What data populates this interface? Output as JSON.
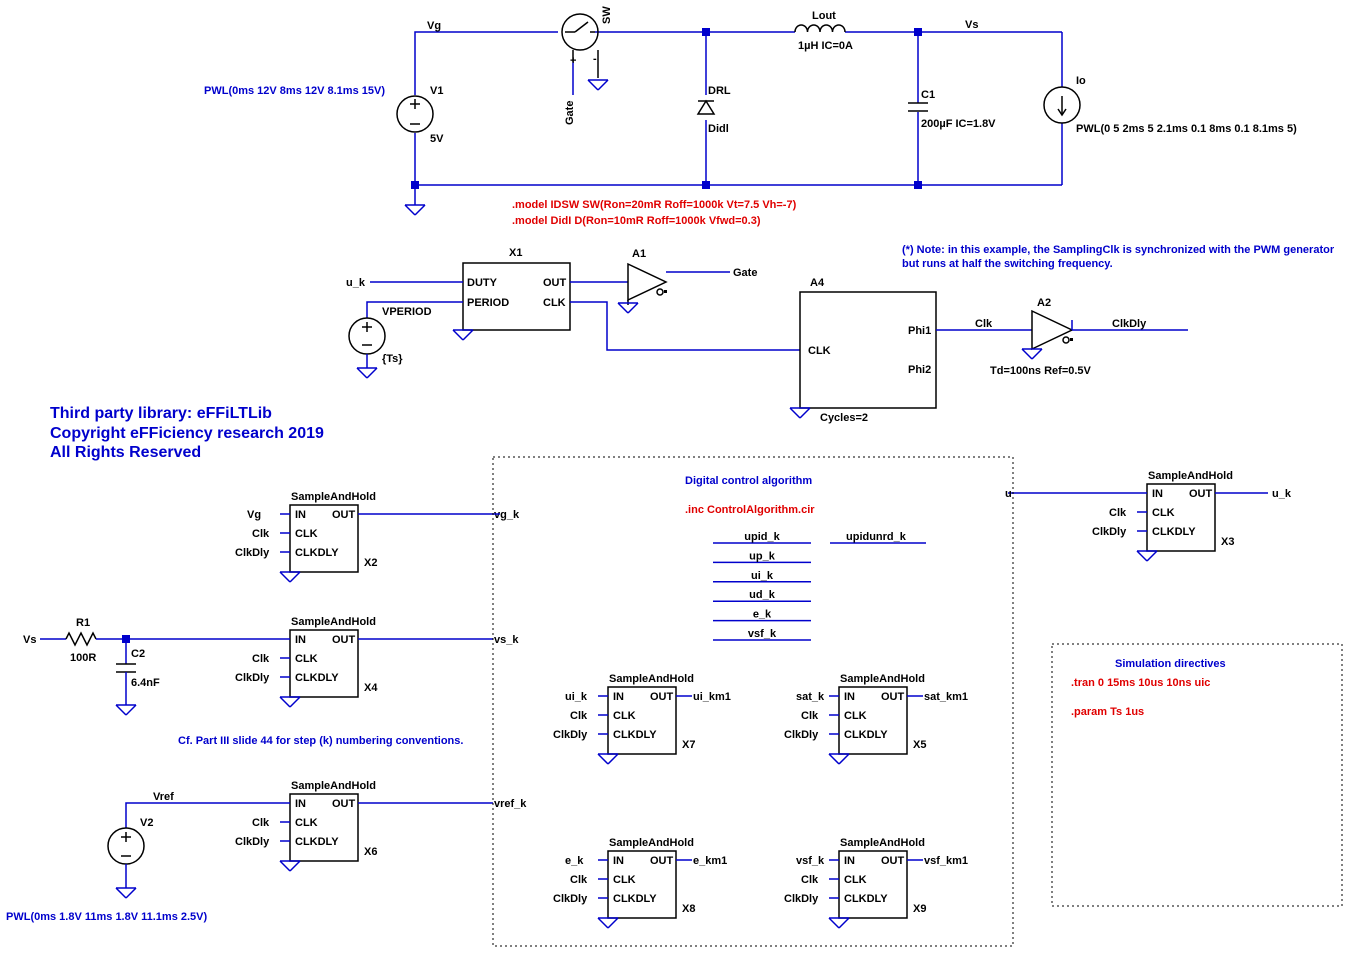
{
  "power": {
    "vg_label": "Vg",
    "vs_label": "Vs",
    "gate_label": "Gate",
    "sw_name": "SW",
    "sw_plus": "+",
    "sw_minus": "-",
    "lout_name": "Lout",
    "lout_value": "1µH IC=0A",
    "drl_name": "DRL",
    "drl_value": "Didl",
    "c1_name": "C1",
    "c1_value": "200µF IC=1.8V",
    "v1_name": "V1",
    "v1_value": "5V",
    "v1_pwl": "PWL(0ms 12V 8ms 12V 8.1ms 15V)",
    "io_name": "Io",
    "io_pwl": "PWL(0 5 2ms 5 2.1ms 0.1 8ms 0.1 8.1ms 5)",
    "model1": ".model IDSW SW(Ron=20mR Roff=1000k Vt=7.5 Vh=-7)",
    "model2": ".model DidI D(Ron=10mR Roff=1000k Vfwd=0.3)"
  },
  "pwm": {
    "x1": "X1",
    "duty": "DUTY",
    "period": "PERIOD",
    "out": "OUT",
    "clk": "CLK",
    "uk": "u_k",
    "vperiod": "VPERIOD",
    "ts": "{Ts}",
    "a1": "A1",
    "gate": "Gate",
    "a4": "A4",
    "a4_clk": "CLK",
    "phi1": "Phi1",
    "phi2": "Phi2",
    "cycles": "Cycles=2",
    "clk_net": "Clk",
    "a2": "A2",
    "clkdly": "ClkDly",
    "td": "Td=100ns Ref=0.5V",
    "note1": "(*) Note: in this example, the SamplingClk is synchronized with the PWM generator",
    "note2": "but runs at half the switching frequency."
  },
  "library": {
    "line1": "Third party library: eFFiLTLib",
    "line2": "Copyright eFFiciency research 2019",
    "line3": "All Rights Reserved"
  },
  "sh": {
    "title": "SampleAndHold",
    "in": "IN",
    "out": "OUT",
    "clk": "CLK",
    "clkdly": "CLKDLY",
    "clk_net": "Clk",
    "clkdly_net": "ClkDly"
  },
  "blocks": {
    "x2": {
      "name": "X2",
      "in": "Vg",
      "out": "vg_k"
    },
    "x4": {
      "name": "X4",
      "out": "vs_k"
    },
    "x6": {
      "name": "X6",
      "out": "vref_k"
    },
    "x3": {
      "name": "X3",
      "in": "u",
      "out": "u_k"
    },
    "x7": {
      "name": "X7",
      "in": "ui_k",
      "out": "ui_km1"
    },
    "x5": {
      "name": "X5",
      "in": "sat_k",
      "out": "sat_km1"
    },
    "x8": {
      "name": "X8",
      "in": "e_k",
      "out": "e_km1"
    },
    "x9": {
      "name": "X9",
      "in": "vsf_k",
      "out": "vsf_km1"
    }
  },
  "filter": {
    "vs": "Vs",
    "r1": "R1",
    "r1_value": "100R",
    "c2": "C2",
    "c2_value": "6.4nF"
  },
  "vref": {
    "net": "Vref",
    "v2": "V2",
    "pwl": "PWL(0ms 1.8V 11ms 1.8V 11.1ms 2.5V)"
  },
  "cf_note": "Cf. Part III slide 44 for step (k) numbering conventions.",
  "control": {
    "title": "Digital control algorithm",
    "inc": ".inc ControlAlgorithm.cir",
    "nets": [
      "upid_k",
      "up_k",
      "ui_k",
      "ud_k",
      "e_k",
      "vsf_k"
    ],
    "net_extra": "upidunrd_k"
  },
  "sim": {
    "title": "Simulation directives",
    "tran": ".tran 0 15ms 10us 10ns uic",
    "param": ".param Ts 1us"
  },
  "colors": {
    "wire": "#0000cc",
    "component": "#000000",
    "directive": "#e00000",
    "comment": "#0000cc"
  }
}
